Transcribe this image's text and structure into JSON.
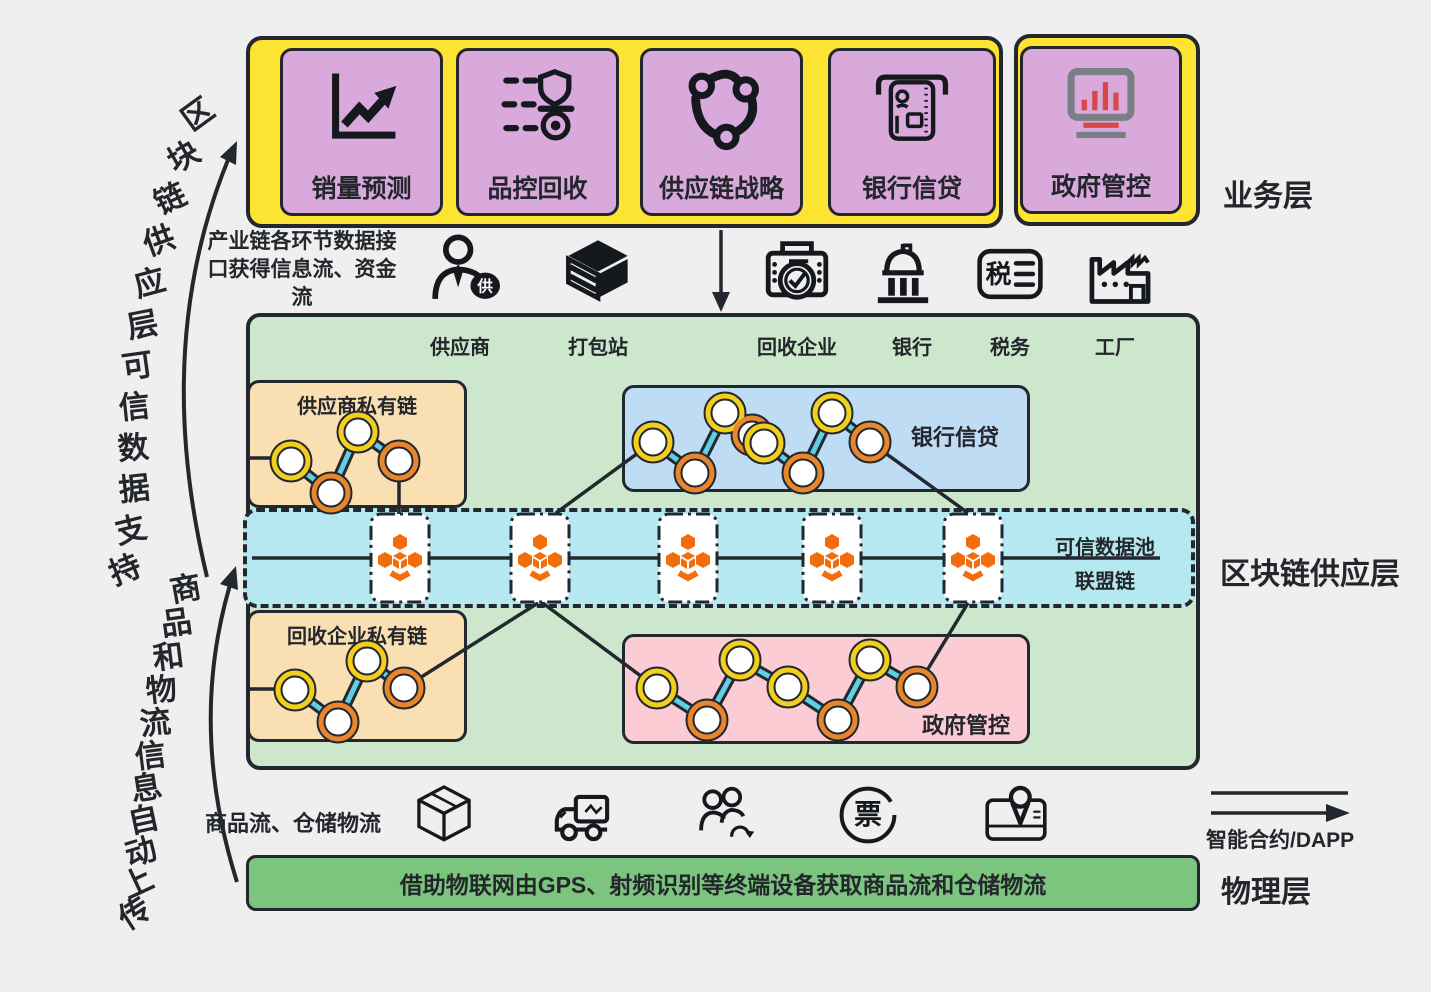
{
  "business_layer": {
    "side_label": "业务层",
    "boxes": [
      {
        "label": "销量预测",
        "icon": "sales-forecast-chart-icon"
      },
      {
        "label": "品控回收",
        "icon": "quality-control-checklist-shield-icon"
      },
      {
        "label": "供应链战略",
        "icon": "supply-network-icon"
      },
      {
        "label": "银行信贷",
        "icon": "atm-card-icon"
      },
      {
        "label": "政府管控",
        "icon": "monitor-bars-icon"
      }
    ]
  },
  "annotations": {
    "left_top_arc": "区块链供应层可信数据支持",
    "left_bottom_arc": "商品和物流信息自动上传",
    "data_interface_note": "产业链各环节数据接口获得信息流、资金流",
    "smart_contract_label": "智能合约/DAPP"
  },
  "actors": {
    "labels": [
      "供应商",
      "打包站",
      "回收企业",
      "银行",
      "税务",
      "工厂"
    ],
    "icons": [
      "supplier-person-icon",
      "package-icon",
      "recycler-printer-check-icon",
      "bank-building-icon",
      "tax-card-icon",
      "factory-icon"
    ],
    "supplier_badge": "供",
    "tax_glyph": "税"
  },
  "supply_layer": {
    "side_label": "区块链供应层",
    "supplier_private_chain": "供应商私有链",
    "bank_credit_box": "银行信贷",
    "recycler_private_chain": "回收企业私有链",
    "government_box": "政府管控",
    "trusted_pool_line1": "可信数据池",
    "trusted_pool_line2": "联盟链",
    "consortium_node_count": 5,
    "chain_node_colors": {
      "supplier": [
        "yellow",
        "orange",
        "yellow",
        "orange"
      ],
      "recycler": [
        "yellow",
        "orange",
        "yellow",
        "orange"
      ],
      "bank": [
        "yellow",
        "orange",
        "yellow",
        "orange+yellow",
        "orange",
        "yellow",
        "orange"
      ],
      "government": [
        "yellow",
        "orange",
        "yellow",
        "yellow",
        "orange",
        "yellow",
        "orange"
      ]
    }
  },
  "physical_layer": {
    "side_label": "物理层",
    "flow_label": "商品流、仓储物流",
    "banner_text": "借助物联网由GPS、射频识别等终端设备获取商品流和仓储物流",
    "icons": [
      "cardboard-box-icon",
      "delivery-truck-icon",
      "people-exchange-icon",
      "ticket-icon",
      "gps-map-pin-icon"
    ],
    "ticket_glyph": "票"
  },
  "colors": {
    "background": "#efefef",
    "banner_yellow": "#fde433",
    "box_purple": "#d9a9dc",
    "panel_green": "#cde7cd",
    "banner_green": "#7cc57f",
    "box_orange": "#fadfb2",
    "box_blue": "#bedcf4",
    "box_pink": "#fbccd3",
    "band_cyan": "#b5e8f0",
    "border_dark": "#23272e",
    "node_yellow": "#f2cf1d",
    "node_orange": "#e8862c",
    "link_blue": "#5fcfe6",
    "blockchain_orange": "#f26d0c",
    "monitor_gray": "#7a7f85",
    "monitor_red": "#d94848"
  }
}
